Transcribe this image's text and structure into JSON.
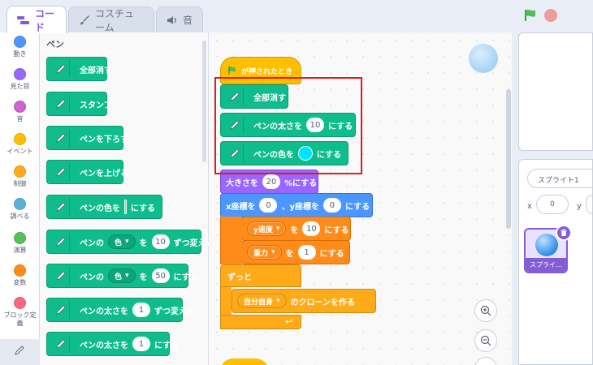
{
  "tabs": {
    "code": "コード",
    "costume": "コスチューム",
    "sound": "音"
  },
  "categories": [
    {
      "label": "動き",
      "color": "#4c97ff"
    },
    {
      "label": "見た目",
      "color": "#9966ff"
    },
    {
      "label": "音",
      "color": "#cf63cf"
    },
    {
      "label": "イベント",
      "color": "#ffbf00"
    },
    {
      "label": "制御",
      "color": "#ffab19"
    },
    {
      "label": "調べる",
      "color": "#5cb1d6"
    },
    {
      "label": "演算",
      "color": "#59c059"
    },
    {
      "label": "変数",
      "color": "#ff8c1a"
    },
    {
      "label": "ブロック定義",
      "color": "#ff6680"
    }
  ],
  "palette": {
    "title": "ペン",
    "clear": "全部消す",
    "stamp": "スタンプ",
    "pen_down": "ペンを下ろす",
    "pen_up": "ペンを上げる",
    "set_color_label": "ペンの色を",
    "set_color_suffix": "にする",
    "set_color_swatch": "#a8d08d",
    "change_param_prefix": "ペンの",
    "change_param_dropdown": "色",
    "change_param_to": "を",
    "change_param_value": "10",
    "change_param_suffix": "ずつ変える",
    "set_param_prefix": "ペンの",
    "set_param_dropdown": "色",
    "set_param_to": "を",
    "set_param_value": "50",
    "set_param_suffix": "にする",
    "change_size_label": "ペンの太さを",
    "change_size_value": "1",
    "change_size_suffix": "ずつ変える",
    "set_size_label": "ペンの太さを",
    "set_size_value": "1",
    "set_size_suffix": "にする"
  },
  "script": {
    "hat_label": "が押されたとき",
    "clear": "全部消す",
    "pen_size_label": "ペンの太さを",
    "pen_size_value": "10",
    "pen_size_suffix": "にする",
    "pen_color_label": "ペンの色を",
    "pen_color_swatch": "#00e5ff",
    "pen_color_suffix": "にする",
    "size_label": "大きさを",
    "size_value": "20",
    "size_suffix": "%にする",
    "goto_x_label": "x座標を",
    "goto_x_value": "0",
    "goto_y_label": "、y座標を",
    "goto_y_value": "0",
    "goto_suffix": "にする",
    "var1_name": "y速度",
    "var1_to": "を",
    "var1_value": "10",
    "var1_suffix": "にする",
    "var2_name": "重力",
    "var2_to": "を",
    "var2_value": "1",
    "var2_suffix": "にする",
    "forever": "ずっと",
    "clone_target": "自分自身",
    "clone_suffix": "のクローンを作る"
  },
  "sprite_info": {
    "name": "スプライト1",
    "x_label": "x",
    "x_value": "0",
    "y_label": "y",
    "tile_name": "スプライ…"
  },
  "colors": {
    "accent": "#855cd6",
    "pen": "#0fbd8c",
    "highlight": "#e01b1b"
  }
}
